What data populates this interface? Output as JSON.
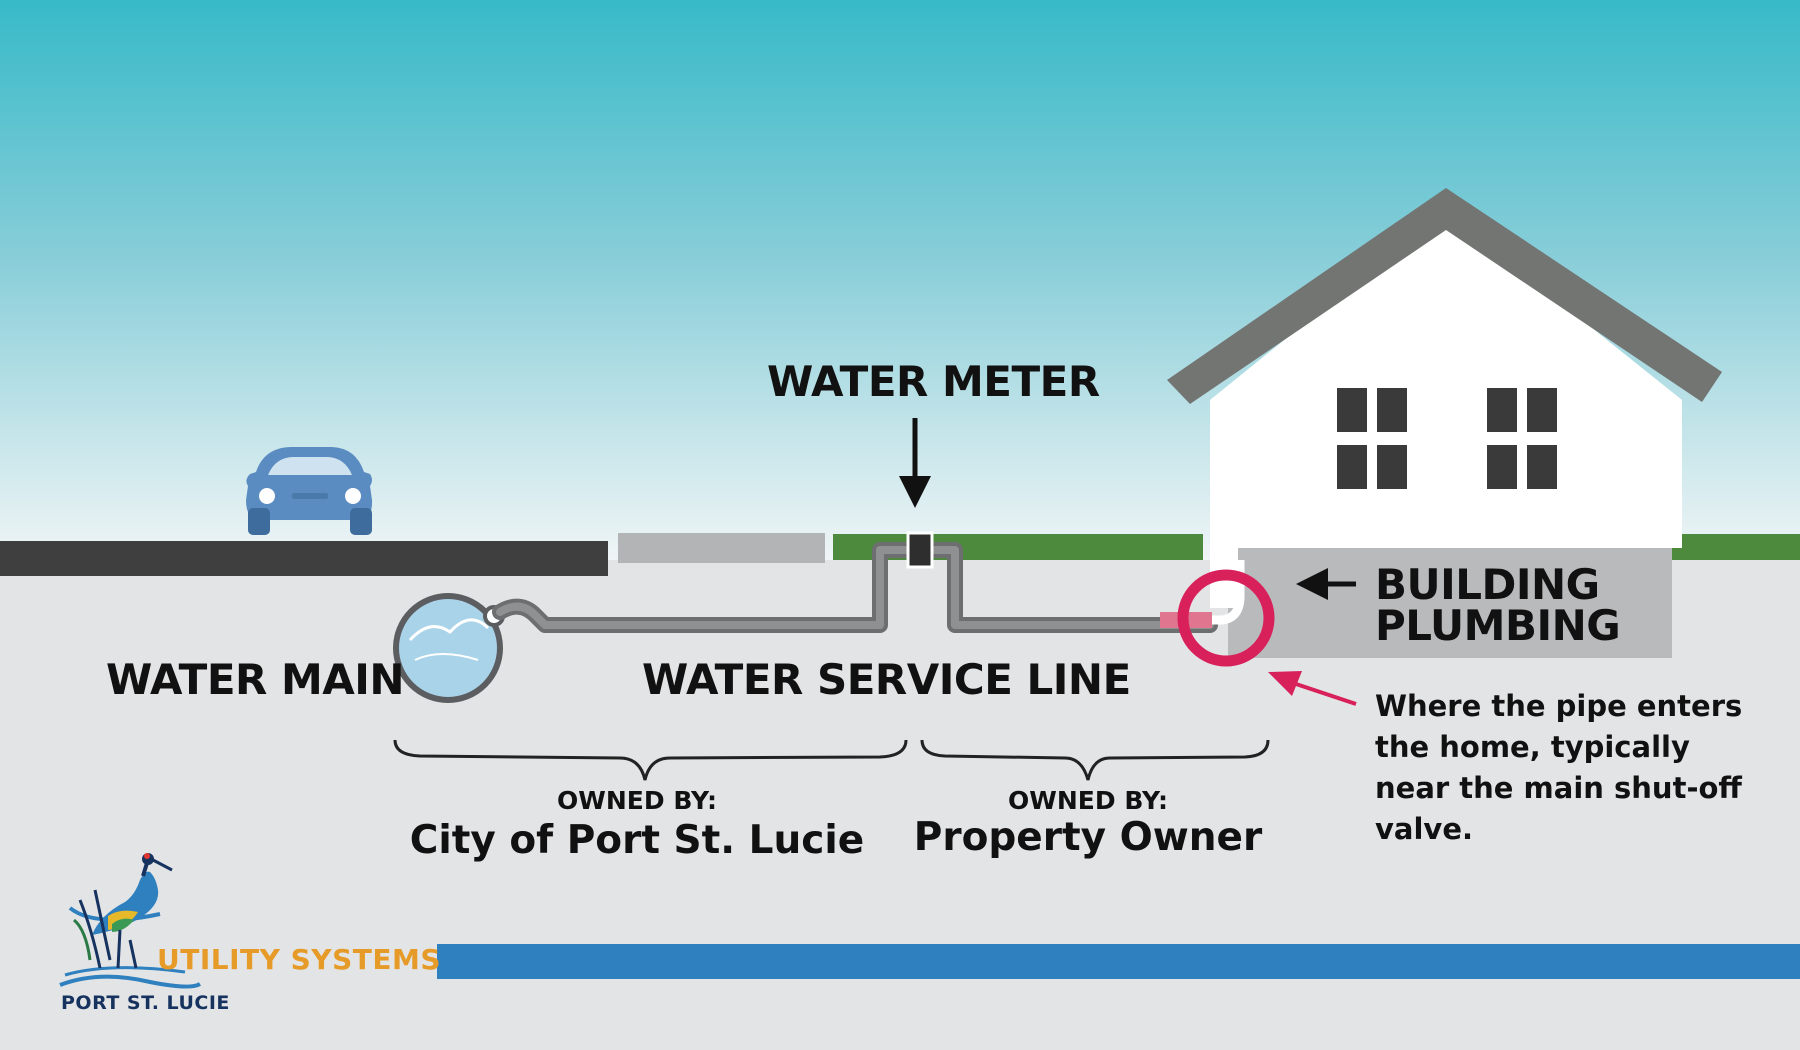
{
  "labels": {
    "water_meter": "WATER METER",
    "water_main": "WATER MAIN",
    "service_line": "WATER SERVICE LINE",
    "building_plumbing_line1": "BUILDING",
    "building_plumbing_line2": "PLUMBING",
    "note": "Where the pipe enters the home, typically near the main shut-off valve."
  },
  "ownership": [
    {
      "heading": "OWNED BY:",
      "owner": "City of Port St. Lucie"
    },
    {
      "heading": "OWNED BY:",
      "owner": "Property Owner"
    }
  ],
  "branding": {
    "utility": "UTILITY SYSTEMS",
    "city": "PORT ST. LUCIE"
  },
  "icons": {
    "car": "car-icon",
    "house": "house-icon",
    "logo": "heron-logo-icon",
    "meter": "water-meter-icon",
    "highlight": "connection-highlight-ring-icon"
  },
  "colors": {
    "sky_top": "#3bbcca",
    "sky_bottom": "#eef4f5",
    "ground": "#e3e4e6",
    "road": "#404040",
    "grass": "#4d8a3e",
    "pipe": "#7a7b7d",
    "car": "#5b8cc1",
    "house_wall": "#ffffff",
    "roof": "#737573",
    "highlight_ring": "#d8205a",
    "footer_bar": "#2f80bf",
    "logo_orange": "#e69b28",
    "logo_navy": "#16325f"
  }
}
